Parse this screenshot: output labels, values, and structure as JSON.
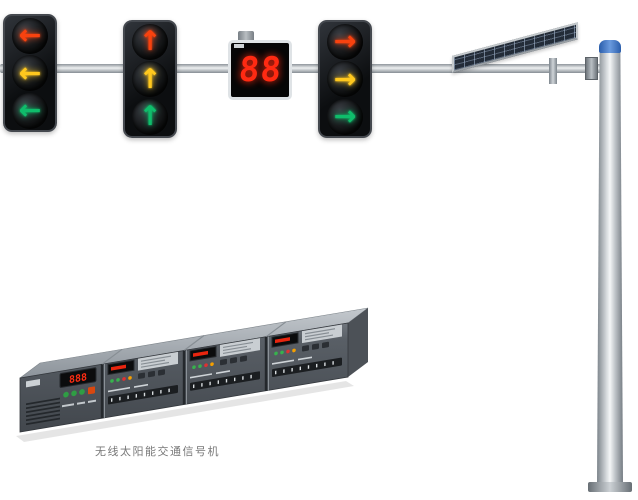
{
  "caption": "无线太阳能交通信号机",
  "countdown": {
    "value": "88",
    "color": "#ff2a12"
  },
  "controller": {
    "display_value": "888",
    "display_color": "#ff2d12"
  },
  "heads": [
    {
      "name": "left-turn-signal",
      "arrows": [
        {
          "glyph": "←",
          "color": "#f8420f"
        },
        {
          "glyph": "←",
          "color": "#ffc81e"
        },
        {
          "glyph": "←",
          "color": "#0fbd6b"
        }
      ]
    },
    {
      "name": "straight-signal",
      "arrows": [
        {
          "glyph": "↑",
          "color": "#f8420f"
        },
        {
          "glyph": "↑",
          "color": "#ffc81e"
        },
        {
          "glyph": "↑",
          "color": "#0fbd6b"
        }
      ]
    },
    {
      "name": "right-turn-signal",
      "arrows": [
        {
          "glyph": "→",
          "color": "#f8420f"
        },
        {
          "glyph": "→",
          "color": "#ffc81e"
        },
        {
          "glyph": "→",
          "color": "#0fbd6b"
        }
      ]
    }
  ],
  "colors": {
    "pole_cap_blue": "#3a6fc0",
    "solar_cell_blue": "#232c38",
    "housing_black": "#0c0e10"
  }
}
